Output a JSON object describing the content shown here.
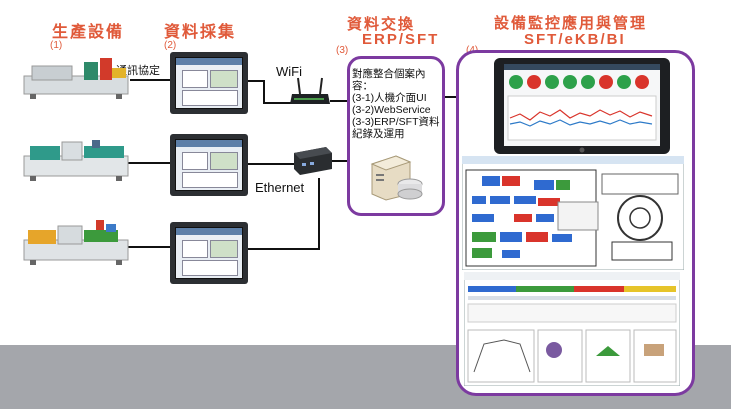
{
  "sections": {
    "production": {
      "title": "生產設備",
      "number": "(1)"
    },
    "collection": {
      "title": "資料採集",
      "number": "(2)"
    },
    "exchange": {
      "title_line1": "資料交換",
      "title_line2": "ERP/SFT",
      "number": "(3)"
    },
    "monitoring": {
      "title_line1": "設備監控應用與管理",
      "title_line2": "SFT/eKB/BI",
      "number": "(4)"
    }
  },
  "labels": {
    "protocol": "通訊協定",
    "wifi": "WiFi",
    "ethernet": "Ethernet"
  },
  "erp_text": {
    "heading": "對應整合個案內容：",
    "items": [
      "(3-1)人機介面UI",
      "(3-2)WebService",
      "(3-3)ERP/SFT資料紀錄及運用"
    ]
  },
  "colors": {
    "title": "#e05a3a",
    "panel_border": "#7c3aa0",
    "floor": "#a4a6ab"
  }
}
